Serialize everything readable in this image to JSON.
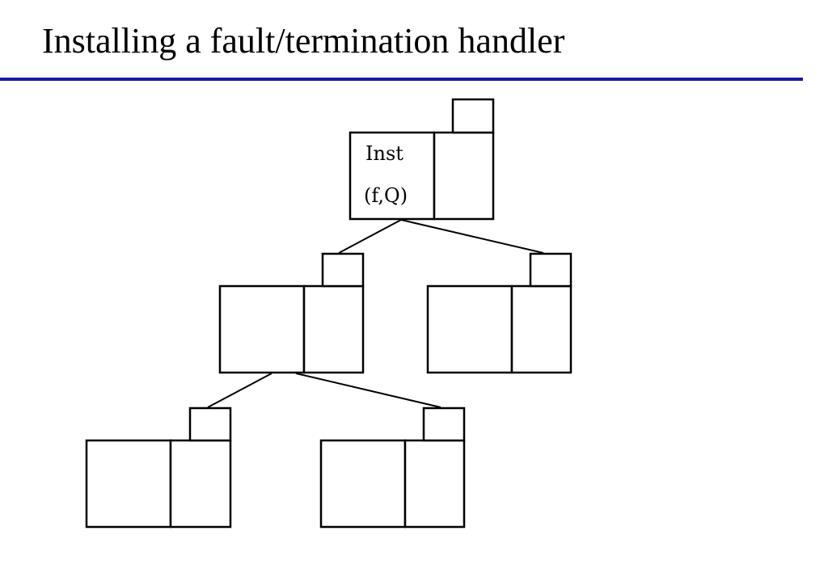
{
  "slide": {
    "title": "Installing a fault/termination handler",
    "rule_color": "#1a1aa6"
  },
  "tree": {
    "root": {
      "label_line1": "Inst",
      "label_line2": "(f,Q)"
    }
  }
}
